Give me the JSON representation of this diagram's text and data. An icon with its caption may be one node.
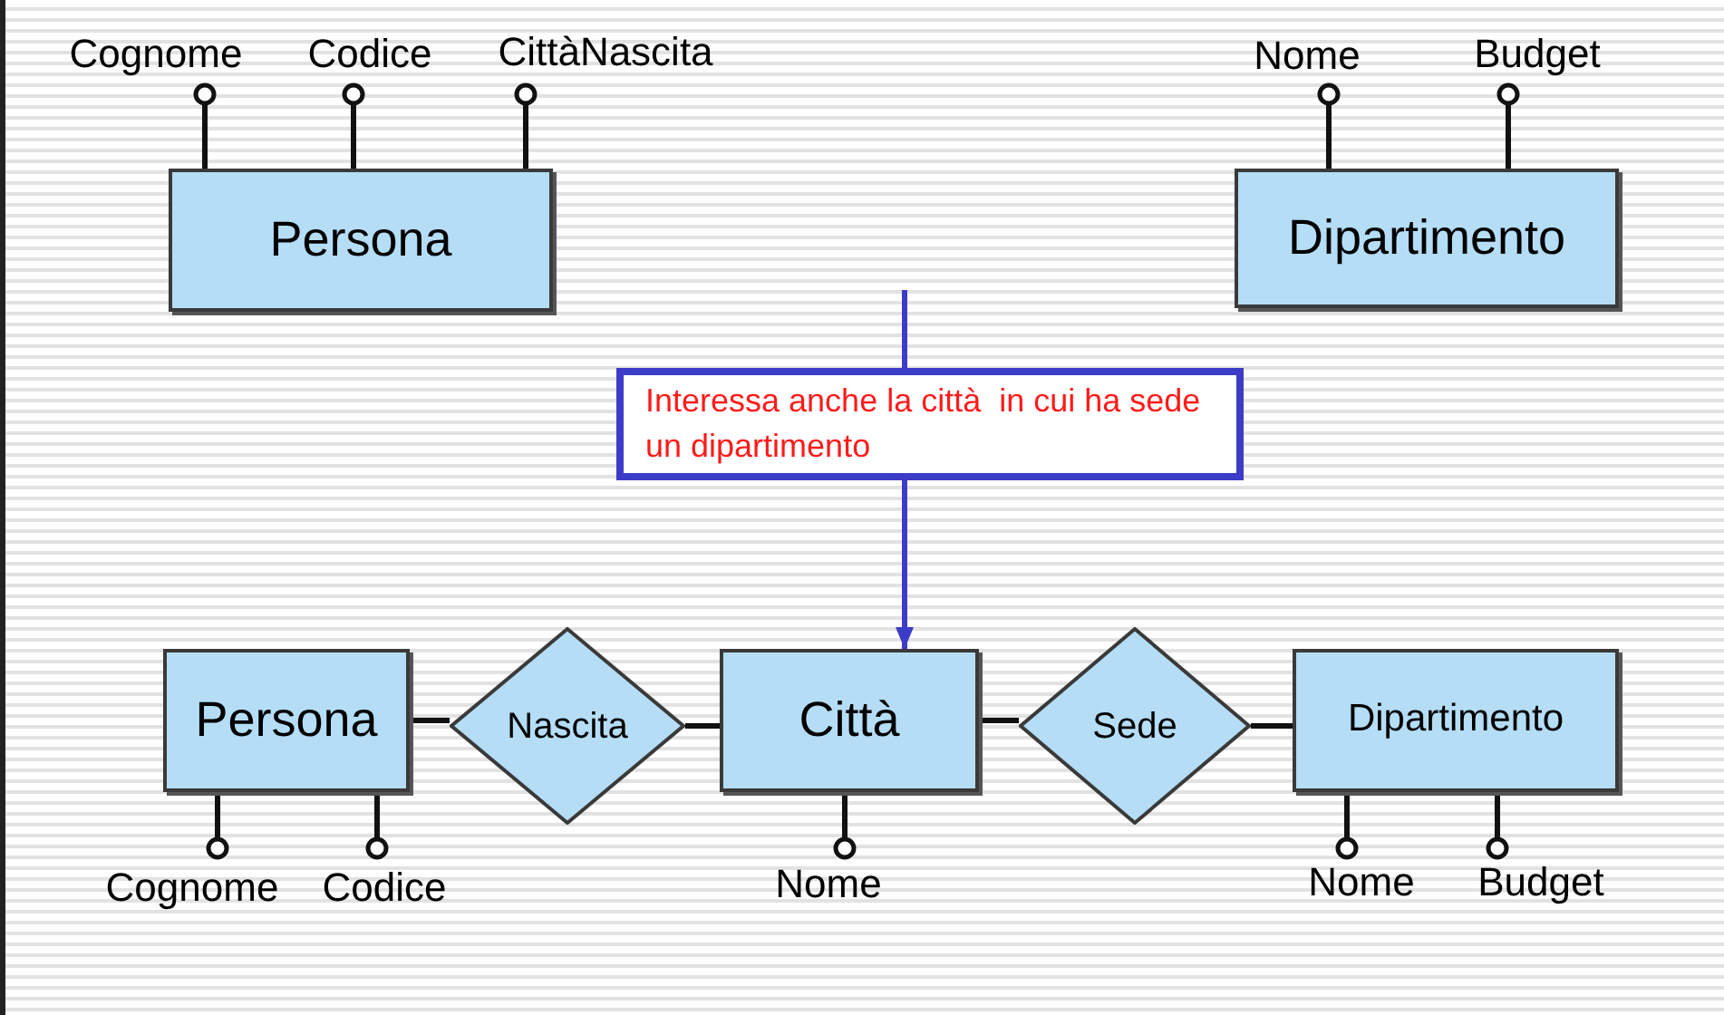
{
  "diagram": {
    "nodes": [
      {
        "text": [
          "Persona"
        ]
      },
      {
        "text": [
          "Cognome"
        ]
      },
      {
        "text": [
          "Codice"
        ]
      },
      {
        "text": [
          "CittàNascita"
        ]
      },
      {
        "text": [
          "Dipartimento"
        ]
      },
      {
        "text": [
          "Nome"
        ]
      },
      {
        "text": [
          "Budget"
        ]
      },
      {
        "text": [
          "Interessa anche la città  in cui ha sede un dipartimento"
        ]
      },
      {
        "text": [
          "Persona"
        ]
      },
      {
        "text": [
          "Nascita"
        ]
      },
      {
        "text": [
          "Città"
        ]
      },
      {
        "text": [
          "Sede"
        ]
      },
      {
        "text": [
          "Dipartimento"
        ]
      },
      {
        "text": [
          "Cognome"
        ]
      },
      {
        "text": [
          "Codice"
        ]
      },
      {
        "text": [
          "Nome"
        ]
      },
      {
        "text": [
          "Nome"
        ]
      },
      {
        "text": [
          "Budget"
        ]
      }
    ],
    "edges": [
      {
        "from": 0,
        "to": 1,
        "arrow": "other"
      },
      {
        "from": 0,
        "to": 2,
        "arrow": "other"
      },
      {
        "from": 0,
        "to": 3,
        "arrow": "other"
      },
      {
        "from": 4,
        "to": 5,
        "arrow": "other"
      },
      {
        "from": 4,
        "to": 6,
        "arrow": "other"
      },
      {
        "from": null,
        "to": 7,
        "arrow": "none",
        "color": "#3c3cc8"
      },
      {
        "from": 7,
        "to": 10,
        "arrow": "to",
        "color": "#3c3cc8"
      },
      {
        "from": 8,
        "to": 9,
        "arrow": "none"
      },
      {
        "from": 9,
        "to": 10,
        "arrow": "none"
      },
      {
        "from": 10,
        "to": 11,
        "arrow": "none"
      },
      {
        "from": 11,
        "to": 12,
        "arrow": "none"
      },
      {
        "from": 8,
        "to": 13,
        "arrow": "other"
      },
      {
        "from": 8,
        "to": 14,
        "arrow": "other"
      },
      {
        "from": 10,
        "to": 15,
        "arrow": "other"
      },
      {
        "from": 12,
        "to": 16,
        "arrow": "other"
      },
      {
        "from": 12,
        "to": 17,
        "arrow": "other"
      }
    ]
  }
}
